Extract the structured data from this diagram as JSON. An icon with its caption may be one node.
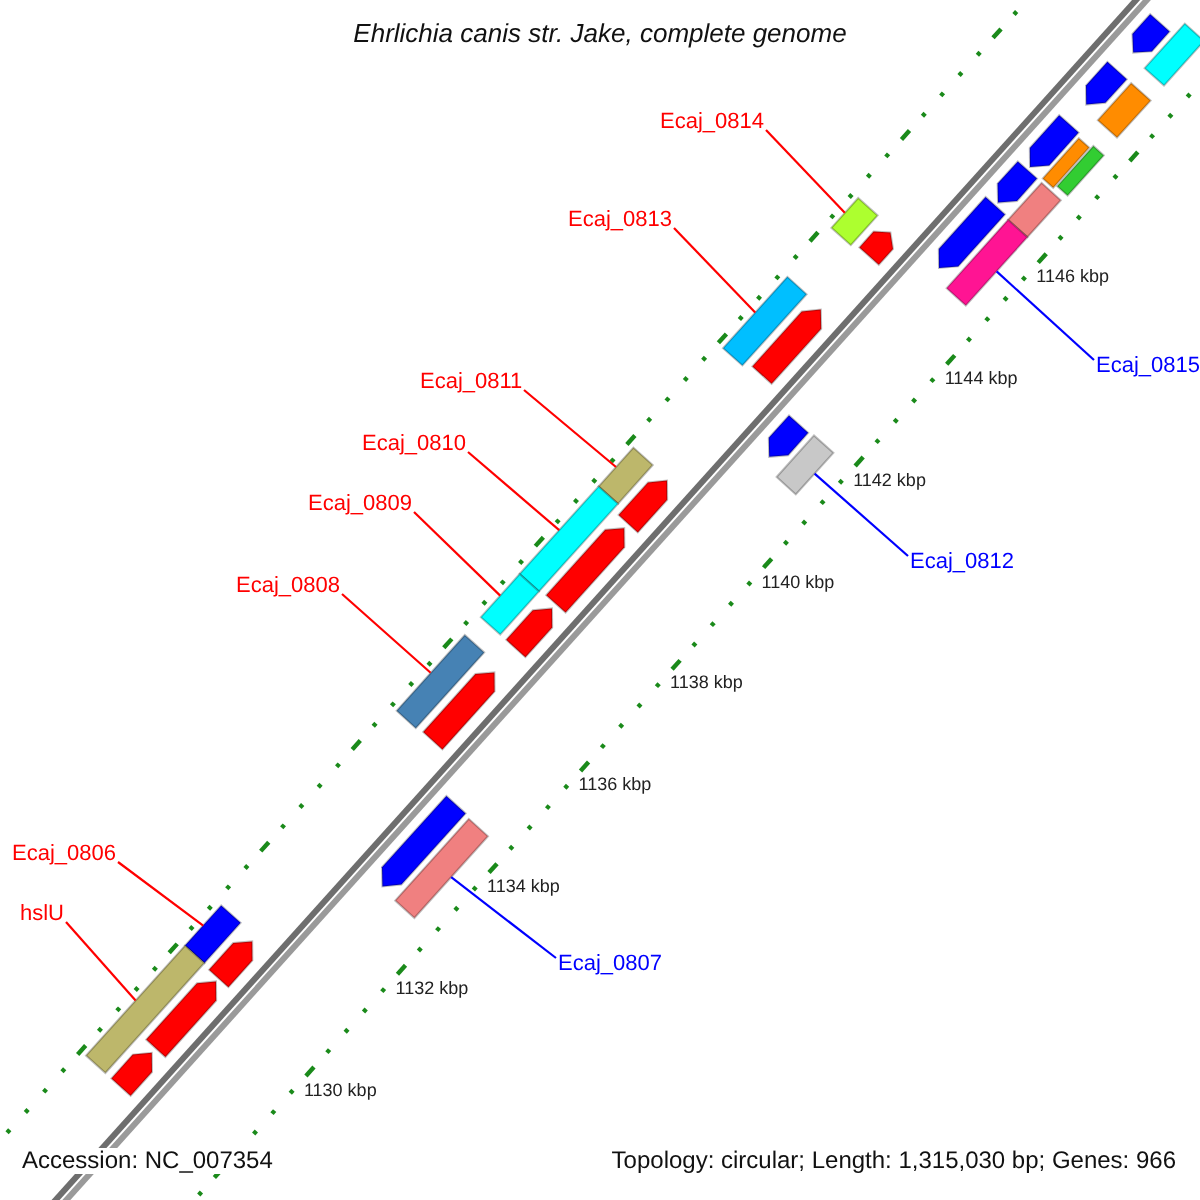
{
  "diagram": {
    "title": "Ehrlichia canis str. Jake, complete genome",
    "nodes": [
      {
        "text": [
          "Ecaj_0814"
        ]
      },
      {
        "text": [
          "Ecaj_0813"
        ]
      },
      {
        "text": [
          "Ecaj_0815"
        ]
      },
      {
        "text": [
          "Ecaj_0811"
        ]
      },
      {
        "text": [
          "Ecaj_0810"
        ]
      },
      {
        "text": [
          "Ecaj_0809"
        ]
      },
      {
        "text": [
          "Ecaj_0812"
        ]
      },
      {
        "text": [
          "Ecaj_0808"
        ]
      },
      {
        "text": [
          "Ecaj_0806"
        ]
      },
      {
        "text": [
          "hslU"
        ]
      },
      {
        "text": [
          "Ecaj_0807"
        ]
      },
      {
        "text": [],
        "shape": "arrow"
      },
      {
        "text": [],
        "shape": "bar"
      },
      {
        "text": [],
        "shape": "arrow"
      },
      {
        "text": [],
        "shape": "bar"
      },
      {
        "text": [],
        "shape": "arrow"
      },
      {
        "text": [],
        "shape": "bar"
      },
      {
        "text": [],
        "shape": "bar"
      },
      {
        "text": [],
        "shape": "arrow"
      },
      {
        "text": [],
        "shape": "bar"
      },
      {
        "text": [],
        "shape": "bar"
      },
      {
        "text": [],
        "shape": "arrow"
      },
      {
        "text": [],
        "shape": "arrow"
      },
      {
        "text": [],
        "shape": "bar"
      },
      {
        "text": [],
        "shape": "bar"
      },
      {
        "text": [],
        "shape": "arrow"
      },
      {
        "text": [],
        "shape": "arrow"
      },
      {
        "text": [],
        "shape": "bar"
      },
      {
        "text": [],
        "shape": "bar"
      },
      {
        "text": [],
        "shape": "arrow"
      },
      {
        "text": [],
        "shape": "bar"
      },
      {
        "text": [],
        "shape": "arrow"
      },
      {
        "text": [],
        "shape": "bar"
      },
      {
        "text": [],
        "shape": "arrow"
      },
      {
        "text": [],
        "shape": "bar"
      },
      {
        "text": [],
        "shape": "arrow"
      },
      {
        "text": [],
        "shape": "arrow"
      },
      {
        "text": [],
        "shape": "bar"
      },
      {
        "text": [],
        "shape": "bar"
      },
      {
        "text": [],
        "shape": "arrow"
      },
      {
        "text": [],
        "shape": "bar"
      },
      {
        "text": [],
        "shape": "arrow"
      },
      {
        "text": [],
        "shape": "arrow"
      }
    ],
    "edges": [
      {
        "from": 0,
        "to": 20,
        "arrow": "none"
      },
      {
        "from": 1,
        "to": 24,
        "arrow": "none"
      },
      {
        "from": 2,
        "to": 23,
        "arrow": "none",
        "color": "#0000ff"
      },
      {
        "from": 3,
        "to": 28,
        "arrow": "none"
      },
      {
        "from": 4,
        "to": 30,
        "arrow": "none"
      },
      {
        "from": 5,
        "to": 32,
        "arrow": "none"
      },
      {
        "from": 6,
        "to": 27,
        "arrow": "none",
        "color": "#0000ff"
      },
      {
        "from": 7,
        "to": 34,
        "arrow": "none"
      },
      {
        "from": 8,
        "to": 38,
        "arrow": "none"
      },
      {
        "from": 9,
        "to": 40,
        "arrow": "none"
      },
      {
        "from": 10,
        "to": 37,
        "arrow": "none",
        "color": "#0000ff"
      }
    ],
    "labels": [
      "1146 kbp",
      "1144 kbp",
      "1142 kbp",
      "1140 kbp",
      "1138 kbp",
      "1136 kbp",
      "1134 kbp",
      "1132 kbp",
      "1130 kbp",
      "Accession: NC_007354",
      "Topology: circular; Length: 1,315,030 bp; Genes: 966"
    ]
  }
}
